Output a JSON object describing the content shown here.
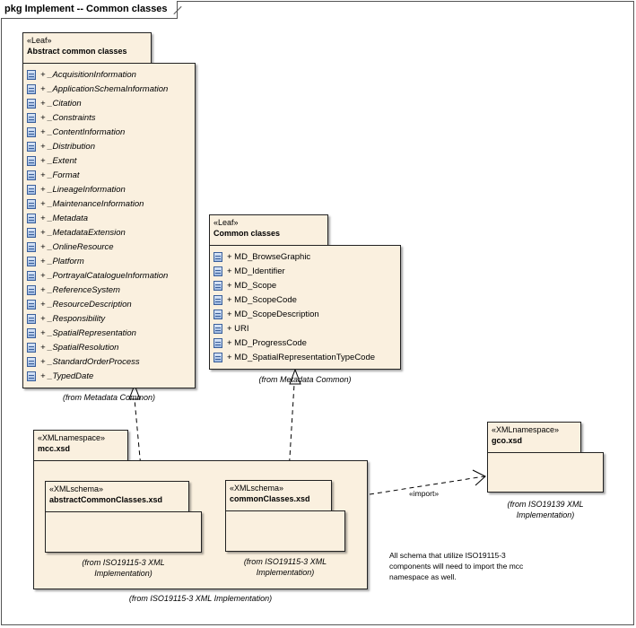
{
  "frame": {
    "title": "pkg Implement -- Common classes"
  },
  "abstract_leaf": {
    "stereotype": "«Leaf»",
    "name": "Abstract common classes",
    "items": [
      "+ _AcquisitionInformation",
      "+ _ApplicationSchemaInformation",
      "+ _Citation",
      "+ _Constraints",
      "+ _ContentInformation",
      "+ _Distribution",
      "+ _Extent",
      "+ _Format",
      "+ _LineageInformation",
      "+ _MaintenanceInformation",
      "+ _Metadata",
      "+ _MetadataExtension",
      "+ _OnlineResource",
      "+ _Platform",
      "+ _PortrayalCatalogueInformation",
      "+ _ReferenceSystem",
      "+ _ResourceDescription",
      "+ _Responsibility",
      "+ _SpatialRepresentation",
      "+ _SpatialResolution",
      "+ _StandardOrderProcess",
      "+ _TypedDate"
    ],
    "from_note": "(from Metadata Common)"
  },
  "common_leaf": {
    "stereotype": "«Leaf»",
    "name": "Common classes",
    "items": [
      "+ MD_BrowseGraphic",
      "+ MD_Identifier",
      "+ MD_Scope",
      "+ MD_ScopeCode",
      "+ MD_ScopeDescription",
      "+ URI",
      "+ MD_ProgressCode",
      "+ MD_SpatialRepresentationTypeCode"
    ],
    "from_note": "(from Metadata Common)"
  },
  "mcc": {
    "stereotype": "«XMLnamespace»",
    "name": "mcc.xsd",
    "from_note": "(from ISO19115-3 XML Implementation)"
  },
  "abstract_schema": {
    "stereotype": "«XMLschema»",
    "name": "abstractCommonClasses.xsd",
    "from_note_1": "(from ISO19115-3 XML",
    "from_note_2": "Implementation)"
  },
  "common_schema": {
    "stereotype": "«XMLschema»",
    "name": "commonClasses.xsd",
    "from_note_1": "(from ISO19115-3 XML",
    "from_note_2": "Implementation)"
  },
  "gco": {
    "stereotype": "«XMLnamespace»",
    "name": "gco.xsd",
    "from_note_1": "(from ISO19139 XML",
    "from_note_2": "Implementation)"
  },
  "import_label": "«import»",
  "comment": {
    "line1": "All schema that utilize ISO19115-3",
    "line2": "components will need to import the mcc",
    "line3": "namespace as well."
  }
}
